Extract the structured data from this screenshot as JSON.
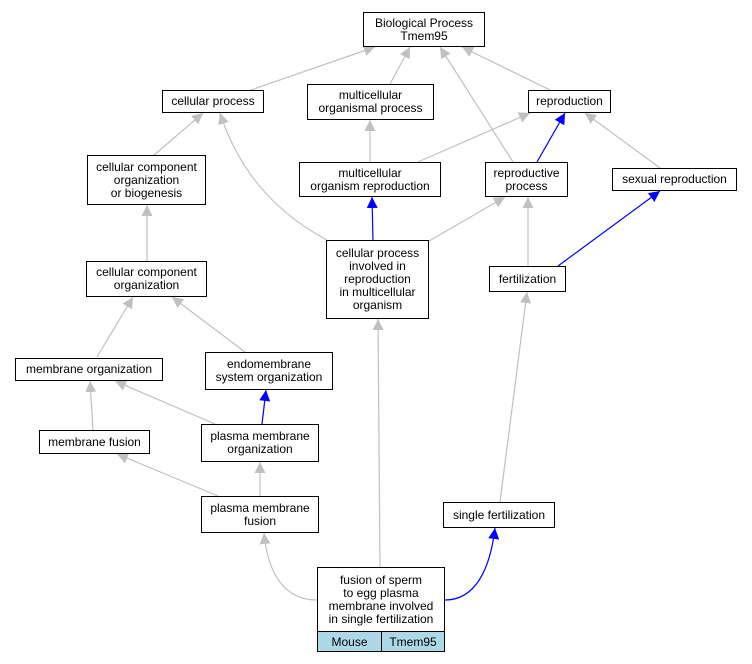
{
  "nodes": {
    "bp": "Biological Process\nTmem95",
    "cellular_process": "cellular process",
    "multicellular_organismal_process": "multicellular\norganismal process",
    "reproduction": "reproduction",
    "ccob": "cellular component\norganization\nor biogenesis",
    "multicellular_organism_reproduction": "multicellular\norganism reproduction",
    "reproductive_process": "reproductive\nprocess",
    "sexual_reproduction": "sexual reproduction",
    "cco": "cellular component\norganization",
    "cpirmo": "cellular process\ninvolved in\nreproduction\nin multicellular\norganism",
    "fertilization": "fertilization",
    "membrane_organization": "membrane organization",
    "endomembrane_system_organization": "endomembrane\nsystem organization",
    "membrane_fusion": "membrane fusion",
    "plasma_membrane_organization": "plasma membrane\norganization",
    "plasma_membrane_fusion": "plasma membrane\nfusion",
    "single_fertilization": "single fertilization",
    "fusion_sperm_egg": "fusion of sperm\nto egg plasma\nmembrane involved\nin single fertilization"
  },
  "species_row": {
    "organism": "Mouse",
    "gene": "Tmem95"
  },
  "colors": {
    "gray_edge": "#c0c0c0",
    "blue_edge": "#0000ff",
    "species_fill": "#add8e6"
  }
}
